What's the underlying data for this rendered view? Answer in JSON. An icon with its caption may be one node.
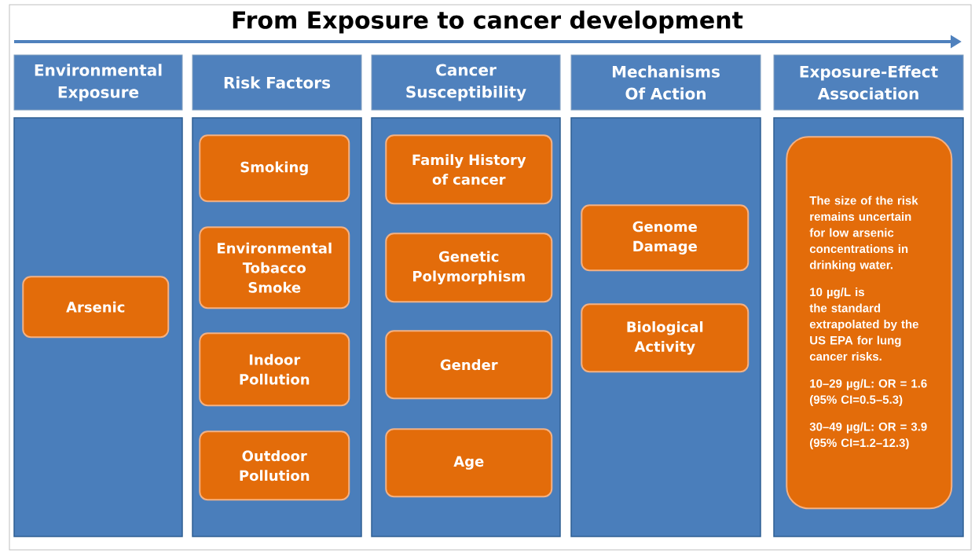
{
  "diagram": {
    "title": "From Exposure to cancer development",
    "nodes": [
      {
        "text": [
          "Environmental Exposure"
        ]
      },
      {
        "text": [],
        "shape": "box"
      },
      {
        "text": [
          "Arsenic"
        ],
        "in": 1
      },
      {
        "text": [
          "Risk Factors"
        ]
      },
      {
        "text": [],
        "shape": "box"
      },
      {
        "text": [
          "Smoking"
        ],
        "in": 4
      },
      {
        "text": [
          "Environmental Tobacco Smoke"
        ],
        "in": 4
      },
      {
        "text": [
          "Indoor Pollution"
        ],
        "in": 4
      },
      {
        "text": [
          "Outdoor Pollution"
        ],
        "in": 4
      },
      {
        "text": [
          "Cancer Susceptibility"
        ]
      },
      {
        "text": [],
        "shape": "box"
      },
      {
        "text": [
          "Family History of cancer"
        ],
        "in": 10
      },
      {
        "text": [
          "Genetic Polymorphism"
        ],
        "in": 10
      },
      {
        "text": [
          "Gender"
        ],
        "in": 10
      },
      {
        "text": [
          "Age"
        ],
        "in": 10
      },
      {
        "text": [
          "Mechanisms Of Action"
        ]
      },
      {
        "text": [],
        "shape": "box"
      },
      {
        "text": [
          "Genome Damage"
        ],
        "in": 16
      },
      {
        "text": [
          "Biological Activity"
        ],
        "in": 16
      },
      {
        "text": [
          "Exposure-Effect Association"
        ]
      },
      {
        "text": [],
        "shape": "box"
      },
      {
        "text": [
          "The size of the risk remains uncertain for low arsenic concentrations in drinking water.",
          "10 µg/L is the standard extrapolated by the US EPA for lung cancer risks.",
          "10–29 µg/L: OR = 1.6 (95% CI=0.5–5.3)",
          "30–49 µg/L: OR = 3.9 (95% CI=1.2–12.3)"
        ],
        "in": 20
      }
    ]
  }
}
